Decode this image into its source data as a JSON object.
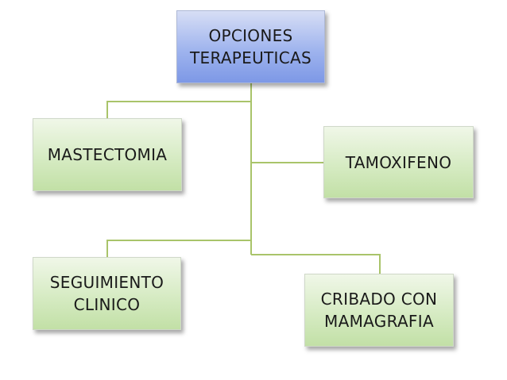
{
  "diagram": {
    "root": {
      "label": "OPCIONES\nTERAPEUTICAS"
    },
    "children": [
      {
        "id": "mastectomia",
        "label": "MASTECTOMIA"
      },
      {
        "id": "tamoxifeno",
        "label": "TAMOXIFENO"
      },
      {
        "id": "seguimiento",
        "label": "SEGUIMIENTO\nCLINICO"
      },
      {
        "id": "cribado",
        "label": "CRIBADO  CON\nMAMAGRAFIA"
      }
    ],
    "colors": {
      "root_fill": "#9fb4ee",
      "child_fill": "#d6ebc3",
      "connector": "#a9c46a"
    }
  }
}
